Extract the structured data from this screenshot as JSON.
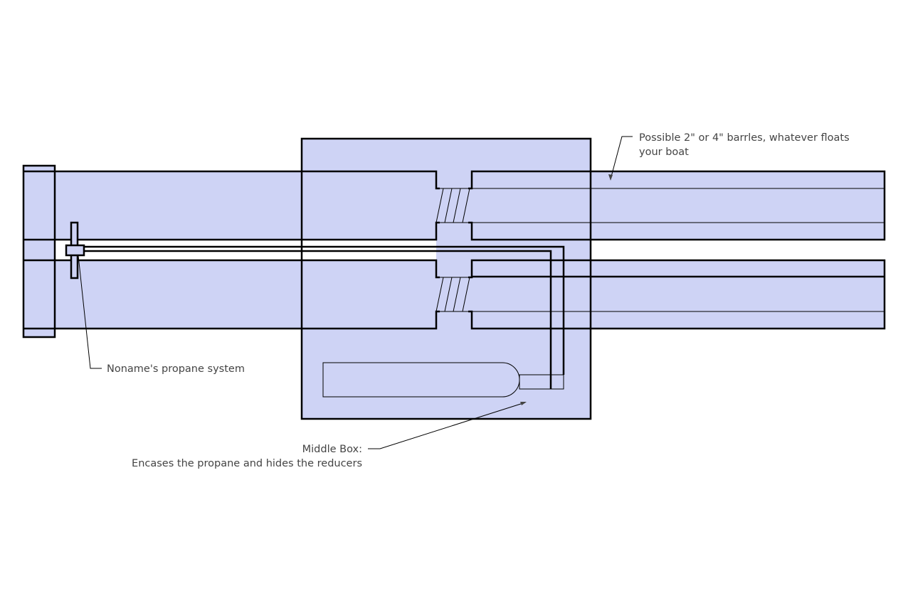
{
  "colors": {
    "fill": "#ced3f5",
    "stroke": "#000000",
    "label_text": "#444444",
    "background": "#ffffff"
  },
  "annotations": {
    "barrels": {
      "line1": "Possible 2\" or 4\" barrles, whatever floats",
      "line2": "your boat"
    },
    "propane_system": {
      "text": "Noname's propane system"
    },
    "middle_box": {
      "line1": "Middle Box:",
      "line2": "Encases the propane and hides the reducers"
    }
  }
}
